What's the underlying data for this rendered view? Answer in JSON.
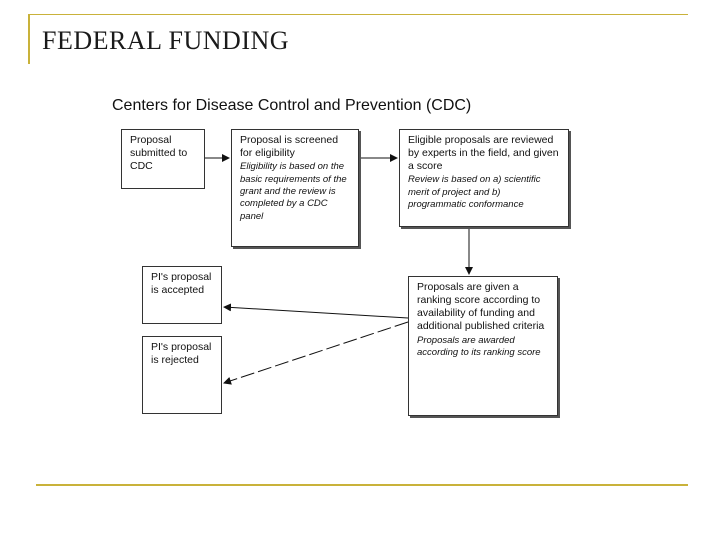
{
  "slide": {
    "title": "FEDERAL FUNDING"
  },
  "diagram": {
    "title": "Centers for Disease Control and Prevention (CDC)",
    "boxes": {
      "submitted": {
        "text": "Proposal submitted to CDC"
      },
      "screened": {
        "text": "Proposal is screened for eligibility",
        "note": "Eligibility is based on the basic requirements of the grant and the review is completed by a CDC panel"
      },
      "reviewed": {
        "text": "Eligible proposals are reviewed by experts in the field, and given a score",
        "note": "Review is based on a) scientific merit of project and b) programmatic conformance"
      },
      "ranking": {
        "text": "Proposals are given a ranking score according to availability of funding and additional published criteria",
        "note": "Proposals are awarded according to its ranking score"
      },
      "accepted": {
        "text": "PI's proposal is accepted"
      },
      "rejected": {
        "text": "PI's proposal is rejected"
      }
    }
  }
}
